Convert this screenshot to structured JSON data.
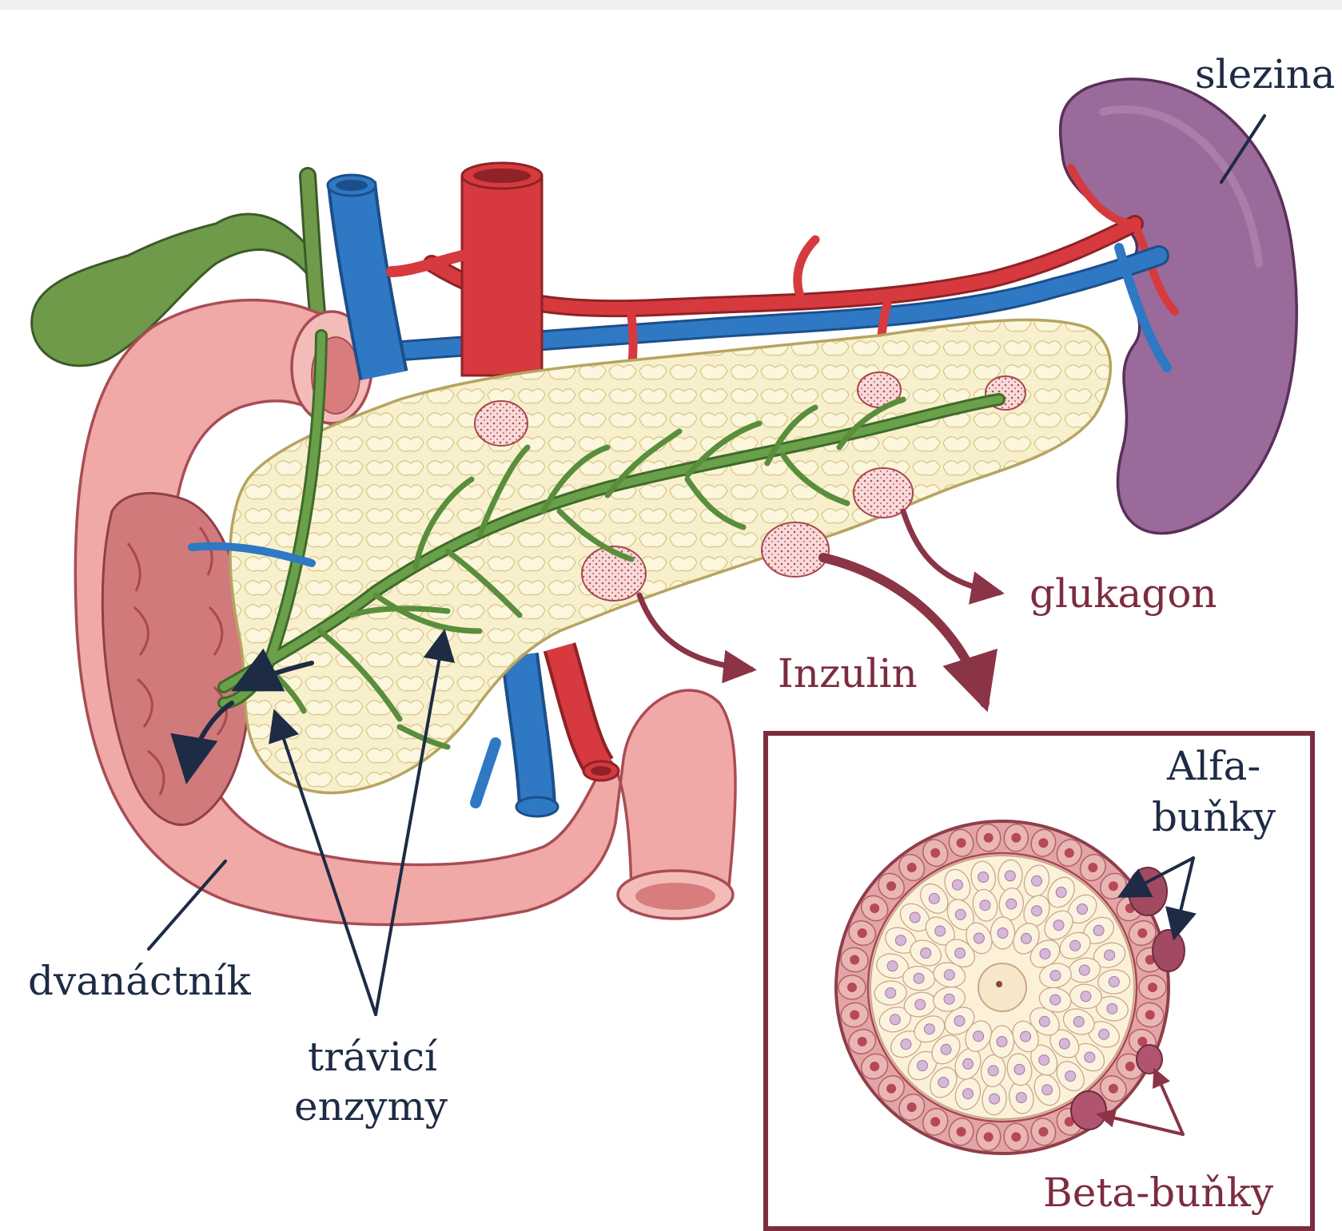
{
  "labels": {
    "spleen": "slezina",
    "glucagon": "glukagon",
    "insulin": "Inzulin",
    "duodenum": "dvanáctník",
    "enzymes_line1": "trávicí",
    "enzymes_line2": "enzymy",
    "alpha_line1": "Alfa-",
    "alpha_line2": "buňky",
    "beta": "Beta-buňky"
  },
  "colors": {
    "pancreas": "#f7efc9",
    "duodenum": "#f0a9a6",
    "spleen": "#9a6a9a",
    "gallbladder": "#6f9a4a",
    "duct": "#6aa04a",
    "artery": "#d63a3e",
    "vein": "#2f78c4",
    "label_dark": "#1d2b45",
    "label_red": "#7d2c3f"
  }
}
